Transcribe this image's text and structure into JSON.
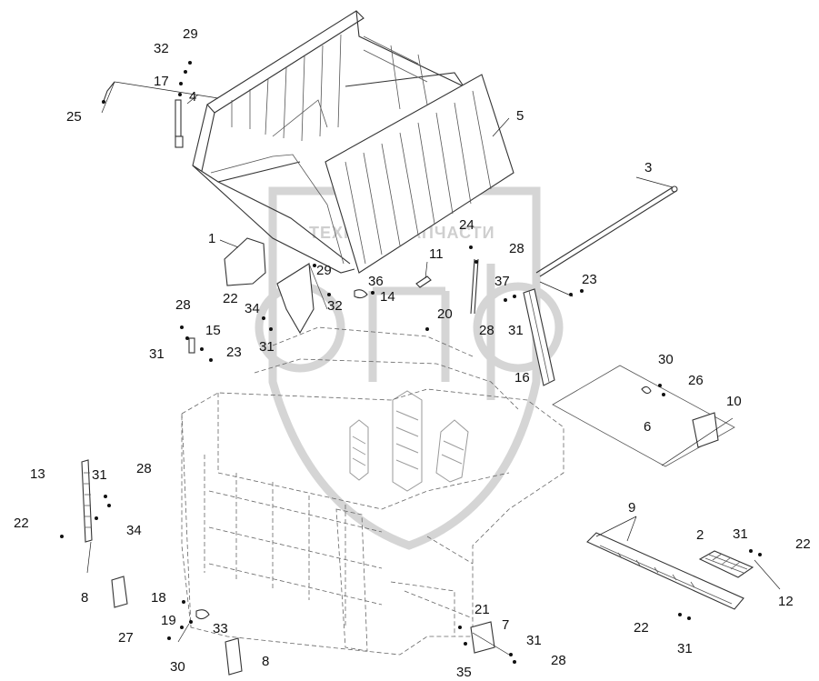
{
  "watermark": {
    "text": "ТЕХНИКА ЗАПЧАСТИ"
  },
  "callouts": [
    {
      "id": "c29a",
      "text": "29"
    },
    {
      "id": "c32a",
      "text": "32"
    },
    {
      "id": "c17",
      "text": "17"
    },
    {
      "id": "c4",
      "text": "4"
    },
    {
      "id": "c25",
      "text": "25"
    },
    {
      "id": "c5",
      "text": "5"
    },
    {
      "id": "c3",
      "text": "3"
    },
    {
      "id": "c1",
      "text": "1"
    },
    {
      "id": "c24",
      "text": "24"
    },
    {
      "id": "c28a",
      "text": "28"
    },
    {
      "id": "c11",
      "text": "11"
    },
    {
      "id": "c29b",
      "text": "29"
    },
    {
      "id": "c36",
      "text": "36"
    },
    {
      "id": "c14",
      "text": "14"
    },
    {
      "id": "c32b",
      "text": "32"
    },
    {
      "id": "c22a",
      "text": "22"
    },
    {
      "id": "c34a",
      "text": "34"
    },
    {
      "id": "c37",
      "text": "37"
    },
    {
      "id": "c23a",
      "text": "23"
    },
    {
      "id": "c28b",
      "text": "28"
    },
    {
      "id": "c15",
      "text": "15"
    },
    {
      "id": "c20",
      "text": "20"
    },
    {
      "id": "c28c",
      "text": "28"
    },
    {
      "id": "c31a",
      "text": "31"
    },
    {
      "id": "c31b",
      "text": "31"
    },
    {
      "id": "c23b",
      "text": "23"
    },
    {
      "id": "c31c",
      "text": "31"
    },
    {
      "id": "c16",
      "text": "16"
    },
    {
      "id": "c30a",
      "text": "30"
    },
    {
      "id": "c26",
      "text": "26"
    },
    {
      "id": "c6",
      "text": "6"
    },
    {
      "id": "c10",
      "text": "10"
    },
    {
      "id": "c13",
      "text": "13"
    },
    {
      "id": "c31d",
      "text": "31"
    },
    {
      "id": "c28d",
      "text": "28"
    },
    {
      "id": "c22b",
      "text": "22"
    },
    {
      "id": "c34b",
      "text": "34"
    },
    {
      "id": "c9",
      "text": "9"
    },
    {
      "id": "c2",
      "text": "2"
    },
    {
      "id": "c31e",
      "text": "31"
    },
    {
      "id": "c22c",
      "text": "22"
    },
    {
      "id": "c12",
      "text": "12"
    },
    {
      "id": "c8a",
      "text": "8"
    },
    {
      "id": "c18",
      "text": "18"
    },
    {
      "id": "c19",
      "text": "19"
    },
    {
      "id": "c33",
      "text": "33"
    },
    {
      "id": "c27",
      "text": "27"
    },
    {
      "id": "c30b",
      "text": "30"
    },
    {
      "id": "c8b",
      "text": "8"
    },
    {
      "id": "c21",
      "text": "21"
    },
    {
      "id": "c7",
      "text": "7"
    },
    {
      "id": "c31f",
      "text": "31"
    },
    {
      "id": "c35",
      "text": "35"
    },
    {
      "id": "c28e",
      "text": "28"
    },
    {
      "id": "c22d",
      "text": "22"
    },
    {
      "id": "c31g",
      "text": "31"
    }
  ]
}
